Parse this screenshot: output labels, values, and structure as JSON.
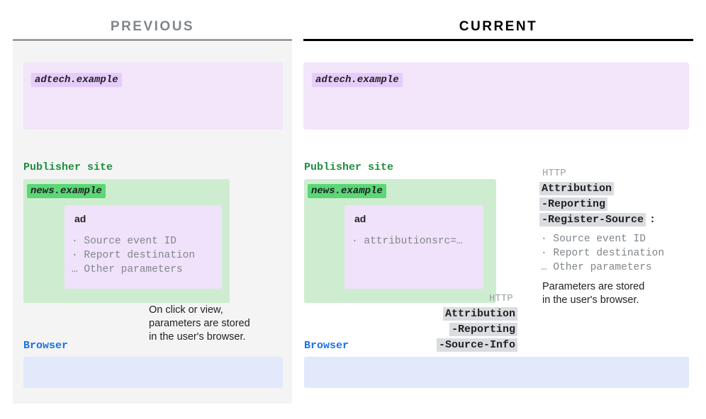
{
  "columns": [
    {
      "id": "previous",
      "title": "PREVIOUS",
      "title_color": "#80868b",
      "rule_color": "#9aa0a6",
      "panel_color": "#f4f4f4",
      "adtech": {
        "region_color": "#f3e5fa",
        "chip_label": "adtech.example",
        "chip_color": "#e6ccfa"
      },
      "publisher": {
        "section_label": "Publisher site",
        "section_label_color": "#1e8e3e",
        "region_color": "#ceedd0",
        "chip_label": "news.example",
        "chip_color": "#5bd775"
      },
      "ad_card": {
        "card_color": "#f0e2fa",
        "title": "ad",
        "lines": [
          "· Source event ID",
          "· Report destination",
          "… Other parameters"
        ]
      },
      "browser": {
        "section_label": "Browser",
        "section_label_color": "#1a73e8",
        "region_color": "#e1e9fb"
      },
      "note": "On click or view,\nparameters are stored\nin the user's browser."
    },
    {
      "id": "current",
      "title": "CURRENT",
      "title_color": "#000000",
      "rule_color": "#000000",
      "panel_color": "#ffffff",
      "adtech": {
        "region_color": "#f3e5fa",
        "chip_label": "adtech.example",
        "chip_color": "#e6ccfa"
      },
      "publisher": {
        "section_label": "Publisher site",
        "section_label_color": "#1e8e3e",
        "region_color": "#ceedd0",
        "chip_label": "news.example",
        "chip_color": "#5bd775"
      },
      "ad_card": {
        "card_color": "#f0e2fa",
        "title": "ad",
        "lines": [
          "· attributionsrc=…"
        ]
      },
      "browser": {
        "section_label": "Browser",
        "section_label_color": "#1a73e8",
        "region_color": "#e1e9fb"
      },
      "note": "Parameters are stored\nin the user's browser."
    }
  ],
  "http_request": {
    "protocol_label": "HTTP",
    "lines": [
      "Attribution",
      "-Reporting",
      "-Source-Info"
    ]
  },
  "http_response": {
    "protocol_label": "HTTP",
    "lines": [
      "Attribution",
      "-Reporting",
      "-Register-Source"
    ],
    "colon": ":",
    "params": [
      "· Source event ID",
      "· Report destination",
      "… Other parameters"
    ]
  },
  "colors": {
    "arrow": "#70757a",
    "highlight": "#dadce0"
  }
}
